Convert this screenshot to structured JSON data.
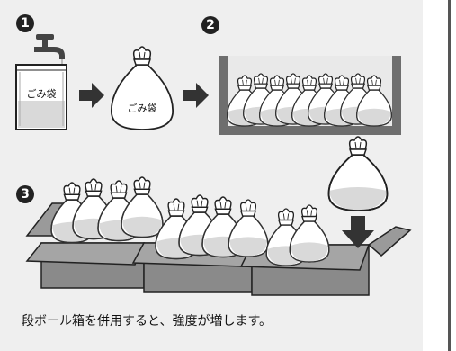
{
  "steps": [
    "1",
    "2",
    "3"
  ],
  "bag_label_1": "ごみ袋",
  "bag_label_2": "ごみ袋",
  "caption": "段ボール箱を併用すると、強度が増します。"
}
